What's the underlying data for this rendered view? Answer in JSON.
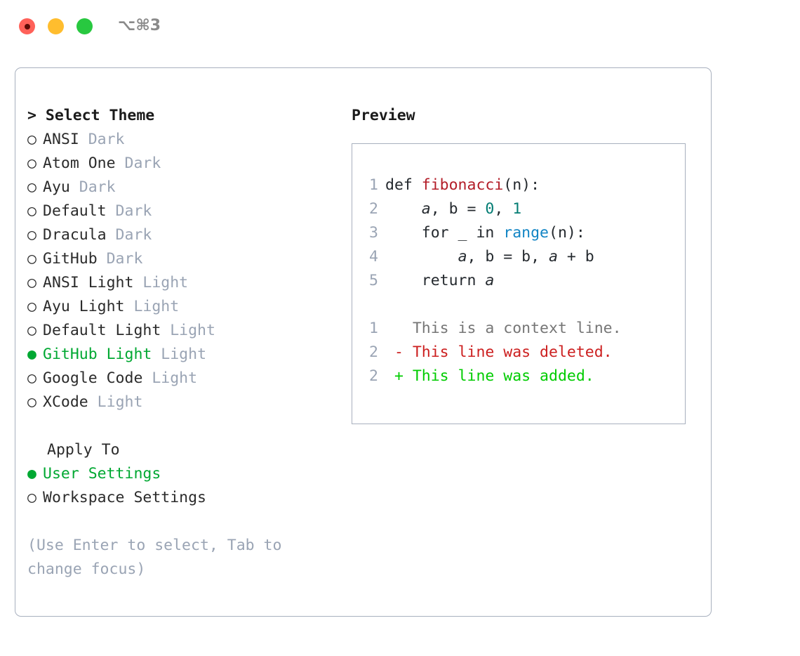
{
  "titlebar": {
    "shortcut": "⌥⌘3",
    "buttons": [
      {
        "name": "close",
        "color": "#ff6159"
      },
      {
        "name": "minimize",
        "color": "#ffbd2e"
      },
      {
        "name": "maximize",
        "color": "#28c840"
      }
    ]
  },
  "colors": {
    "selected_green": "#00a832",
    "diff_add_green": "#00cc00",
    "diff_del_red": "#cc1f1f",
    "muted_gray_blue": "#9aa4b4",
    "border": "#a8b0be",
    "text": "#2b2b2b"
  },
  "theme_picker": {
    "heading": "> Select Theme",
    "caret": ">",
    "heading_text": "Select Theme",
    "bullet_unselected": "○",
    "bullet_selected": "●",
    "items": [
      {
        "name": "ANSI",
        "tag": "Dark",
        "selected": false
      },
      {
        "name": "Atom One",
        "tag": "Dark",
        "selected": false
      },
      {
        "name": "Ayu",
        "tag": "Dark",
        "selected": false
      },
      {
        "name": "Default",
        "tag": "Dark",
        "selected": false
      },
      {
        "name": "Dracula",
        "tag": "Dark",
        "selected": false
      },
      {
        "name": "GitHub",
        "tag": "Dark",
        "selected": false
      },
      {
        "name": "ANSI Light",
        "tag": "Light",
        "selected": false
      },
      {
        "name": "Ayu Light",
        "tag": "Light",
        "selected": false
      },
      {
        "name": "Default Light",
        "tag": "Light",
        "selected": false
      },
      {
        "name": "GitHub Light",
        "tag": "Light",
        "selected": true
      },
      {
        "name": "Google Code",
        "tag": "Light",
        "selected": false
      },
      {
        "name": "XCode",
        "tag": "Light",
        "selected": false
      }
    ]
  },
  "apply_to": {
    "heading": "Apply To",
    "items": [
      {
        "name": "User Settings",
        "selected": true
      },
      {
        "name": "Workspace Settings",
        "selected": false
      }
    ]
  },
  "hint": "(Use Enter to select, Tab to change focus)",
  "preview": {
    "title": "Preview",
    "code_lines": [
      {
        "num": "1",
        "tokens": [
          {
            "t": "def ",
            "c": "plain"
          },
          {
            "t": "fibonacci",
            "c": "fn-name"
          },
          {
            "t": "(n):",
            "c": "plain"
          }
        ]
      },
      {
        "num": "2",
        "tokens": [
          {
            "t": "    ",
            "c": "plain"
          },
          {
            "t": "a",
            "c": "ital"
          },
          {
            "t": ", b = ",
            "c": "plain"
          },
          {
            "t": "0",
            "c": "num"
          },
          {
            "t": ", ",
            "c": "plain"
          },
          {
            "t": "1",
            "c": "num"
          }
        ]
      },
      {
        "num": "3",
        "tokens": [
          {
            "t": "    for _ in ",
            "c": "plain"
          },
          {
            "t": "range",
            "c": "builtin"
          },
          {
            "t": "(n):",
            "c": "plain"
          }
        ]
      },
      {
        "num": "4",
        "tokens": [
          {
            "t": "        ",
            "c": "plain"
          },
          {
            "t": "a",
            "c": "ital"
          },
          {
            "t": ", b = b, ",
            "c": "plain"
          },
          {
            "t": "a",
            "c": "ital"
          },
          {
            "t": " + b",
            "c": "plain"
          }
        ]
      },
      {
        "num": "5",
        "tokens": [
          {
            "t": "    return ",
            "c": "plain"
          },
          {
            "t": "a",
            "c": "ital"
          }
        ]
      }
    ],
    "diff_lines": [
      {
        "num": "1",
        "marker": " ",
        "text": "This is a context line.",
        "kind": "ctx"
      },
      {
        "num": "2",
        "marker": "-",
        "text": "This line was deleted.",
        "kind": "del"
      },
      {
        "num": "2",
        "marker": "+",
        "text": "This line was added.",
        "kind": "add"
      }
    ]
  }
}
